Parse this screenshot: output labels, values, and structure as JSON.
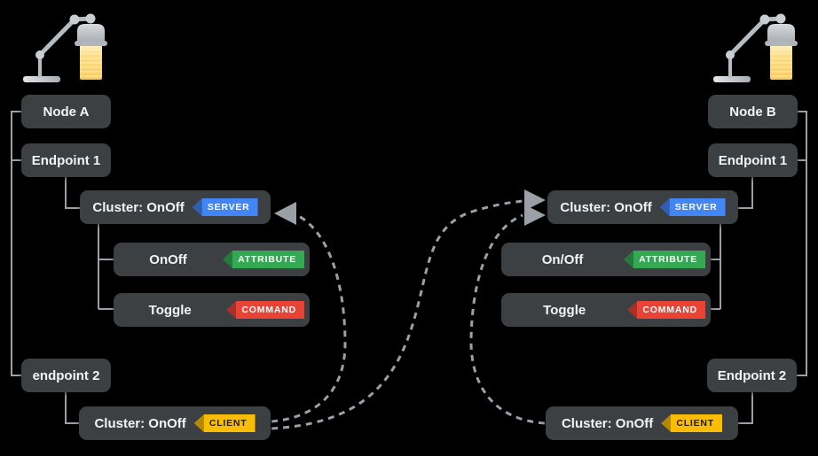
{
  "diagram": {
    "left": {
      "node": "Node A",
      "endpoint1": "Endpoint 1",
      "server_cluster": "Cluster: OnOff",
      "server_badge": "SERVER",
      "attribute": "OnOff",
      "attribute_badge": "ATTRIBUTE",
      "command": "Toggle",
      "command_badge": "COMMAND",
      "endpoint2": "endpoint 2",
      "client_cluster": "Cluster: OnOff",
      "client_badge": "CLIENT"
    },
    "right": {
      "node": "Node B",
      "endpoint1": "Endpoint 1",
      "server_cluster": "Cluster: OnOff",
      "server_badge": "SERVER",
      "attribute": "On/Off",
      "attribute_badge": "ATTRIBUTE",
      "command": "Toggle",
      "command_badge": "COMMAND",
      "endpoint2": "Endpoint 2",
      "client_cluster": "Cluster: OnOff",
      "client_badge": "CLIENT"
    },
    "icons": {
      "left": "desk-lamp-icon",
      "right": "desk-lamp-icon"
    },
    "bindings": [
      {
        "from": "node-a-client-cluster",
        "to": "node-a-server-cluster",
        "style": "dashed-arrow"
      },
      {
        "from": "node-a-client-cluster",
        "to": "node-b-server-cluster",
        "style": "dashed-arrow"
      },
      {
        "from": "node-b-client-cluster",
        "to": "node-b-server-cluster",
        "style": "dashed-arrow"
      }
    ],
    "colors": {
      "background": "#000000",
      "box_fill": "#3C4043",
      "text": "#F1F3F4",
      "connector": "#9AA0A6",
      "badge_server": "#4285F4",
      "badge_attribute": "#34A853",
      "badge_command": "#EA4335",
      "badge_client": "#FBBC04",
      "badge_client_text": "#202124"
    }
  }
}
